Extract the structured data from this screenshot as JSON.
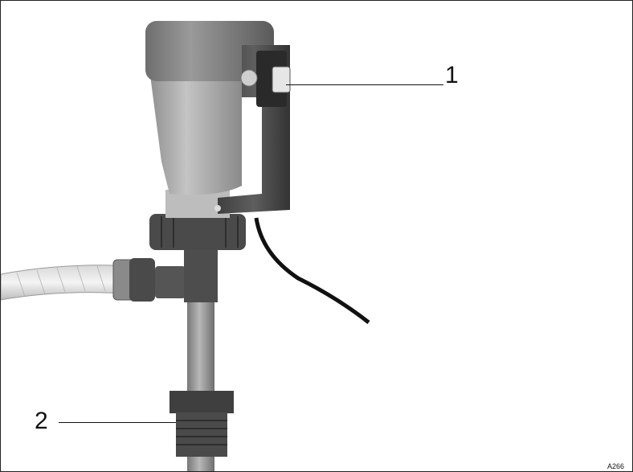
{
  "figure": {
    "callouts": [
      {
        "number": "1",
        "target": "switch"
      },
      {
        "number": "2",
        "target": "bung-adapter"
      }
    ],
    "figure_code": "A266"
  }
}
